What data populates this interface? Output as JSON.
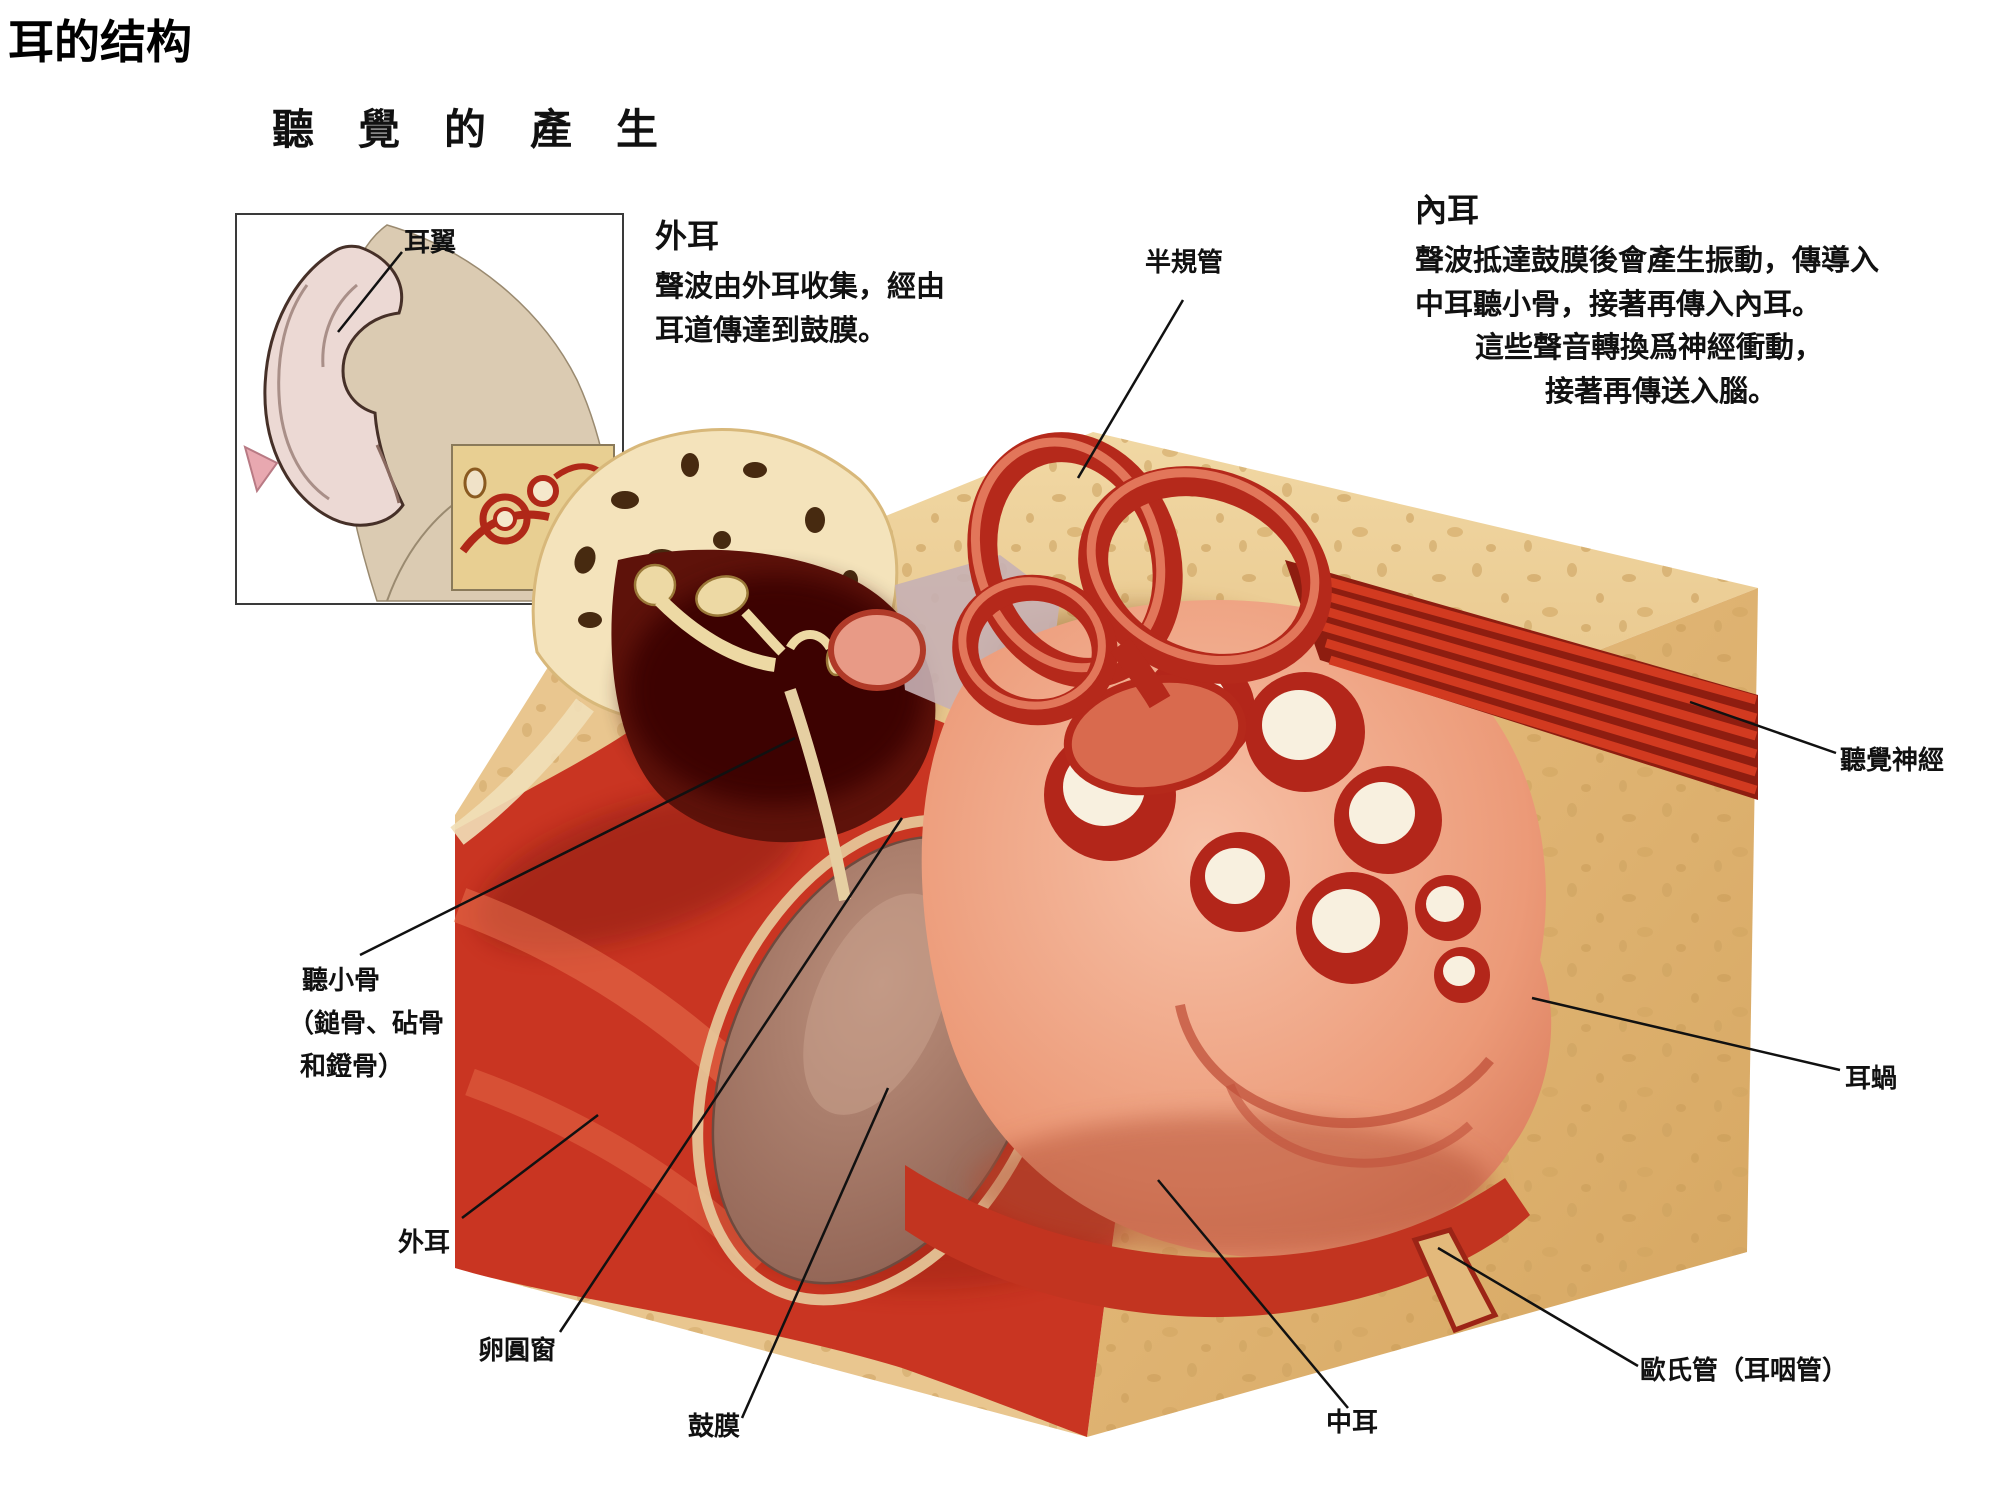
{
  "page": {
    "title": "耳的结构",
    "subtitle": "聽覺的產生"
  },
  "inset": {
    "pinna_label": "耳翼"
  },
  "blocks": {
    "outer": {
      "heading": "外耳",
      "lines": [
        "聲波由外耳收集，經由",
        "耳道傳達到鼓膜。"
      ]
    },
    "inner": {
      "heading": "內耳",
      "lines": [
        "聲波抵達鼓膜後會產生振動，傳導入",
        "中耳聽小骨，接著再傳入內耳。",
        "這些聲音轉換爲神經衝動，",
        "接著再傳送入腦。"
      ]
    }
  },
  "labels": {
    "semicircular_canals": "半規管",
    "auditory_nerve": "聽覺神經",
    "ossicles": [
      "聽小骨",
      "（鎚骨、砧骨",
      "和鐙骨）"
    ],
    "cochlea": "耳蝸",
    "outer_ear": "外耳",
    "oval_window": "卵圓窗",
    "eardrum": "鼓膜",
    "middle_ear": "中耳",
    "eustachian_tube": "歐氏管（耳咽管）"
  },
  "colors": {
    "block_tan": "#e8c28f",
    "tissue_red": "#c23420",
    "bone_cream": "#f4e3bb",
    "leader_line": "#111111"
  }
}
